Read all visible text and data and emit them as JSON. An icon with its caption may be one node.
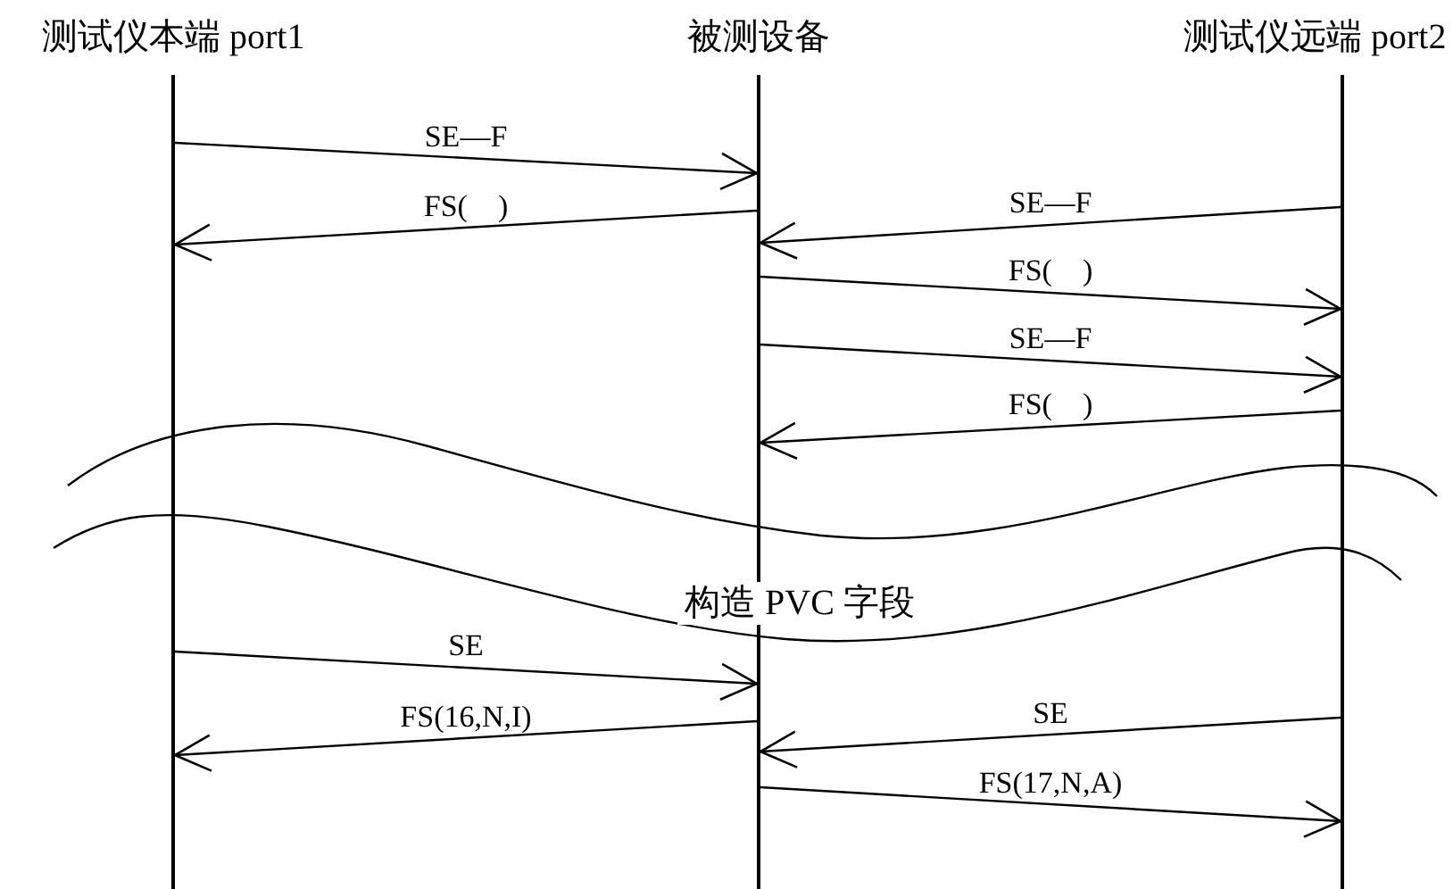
{
  "diagram": {
    "nodes": [
      {
        "text": [
          "测试仪本端 port1"
        ]
      },
      {
        "text": [
          "被测设备"
        ]
      },
      {
        "text": [
          "测试仪远端 port2"
        ]
      }
    ],
    "edges": [
      {
        "from": 0,
        "to": 1,
        "arrow": "to",
        "label": "SE—F"
      },
      {
        "from": 1,
        "to": 0,
        "arrow": "to",
        "label": "FS(    )"
      },
      {
        "from": 2,
        "to": 1,
        "arrow": "to",
        "label": "SE—F"
      },
      {
        "from": 1,
        "to": 2,
        "arrow": "to",
        "label": "FS(    )"
      },
      {
        "from": 1,
        "to": 2,
        "arrow": "to",
        "label": "SE—F"
      },
      {
        "from": 2,
        "to": 1,
        "arrow": "to",
        "label": "FS(    )"
      },
      {
        "from": 0,
        "to": 1,
        "arrow": "to",
        "label": "SE"
      },
      {
        "from": 1,
        "to": 0,
        "arrow": "to",
        "label": "FS(16,N,I)"
      },
      {
        "from": 2,
        "to": 1,
        "arrow": "to",
        "label": "SE"
      },
      {
        "from": 1,
        "to": 2,
        "arrow": "to",
        "label": "FS(17,N,A)"
      }
    ],
    "labels": [
      "构造 PVC 字段"
    ]
  }
}
